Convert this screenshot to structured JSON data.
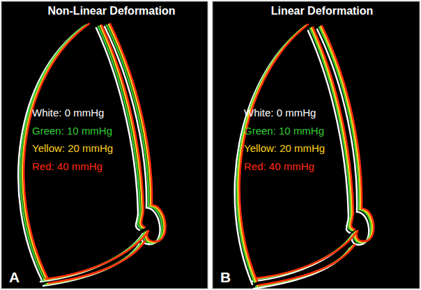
{
  "diagram": {
    "labels": [
      "Non-Linear Deformation",
      "Linear Deformation",
      "A",
      "B"
    ],
    "legend": [
      {
        "text": "White: 0 mmHg",
        "color": "#ffffff"
      },
      {
        "text": "Green: 10 mmHg",
        "color": "#33cc33"
      },
      {
        "text": "Yellow: 20 mmHg",
        "color": "#ffd21a"
      },
      {
        "text": "Red: 40 mmHg",
        "color": "#ff2a10"
      },
      {
        "text": "White: 0 mmHg",
        "color": "#ffffff"
      },
      {
        "text": "Green: 10 mmHg",
        "color": "#33cc33"
      },
      {
        "text": "Yellow: 20 mmHg",
        "color": "#ffd21a"
      },
      {
        "text": "Red: 40 mmHg",
        "color": "#ff2a10"
      }
    ]
  }
}
